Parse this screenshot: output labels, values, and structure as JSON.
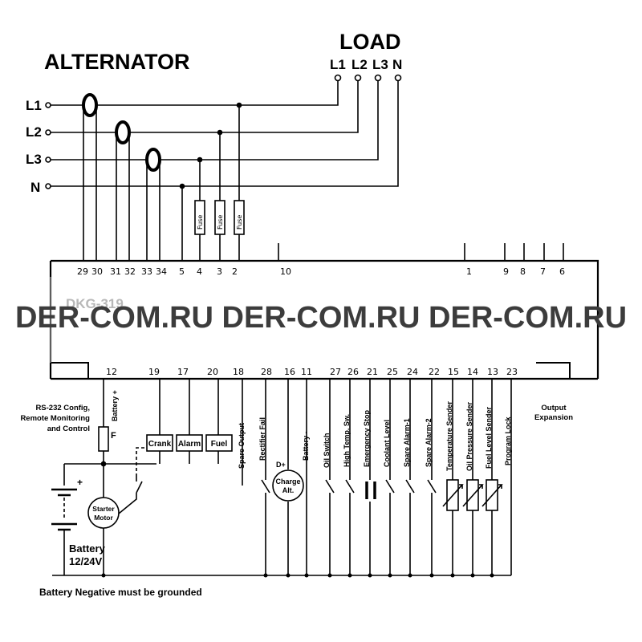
{
  "titles": {
    "alternator": "ALTERNATOR",
    "load": "LOAD"
  },
  "alternator_phases": [
    "L1",
    "L2",
    "L3",
    "N"
  ],
  "load_phases": [
    "L1",
    "L2",
    "L3",
    "N"
  ],
  "fuse_label": "Fuse",
  "top_terminals": [
    "29",
    "30",
    "31",
    "32",
    "33",
    "34",
    "5",
    "4",
    "3",
    "2",
    "10",
    "1",
    "9",
    "8",
    "7",
    "6"
  ],
  "bottom_terminals": [
    "12",
    "19",
    "17",
    "20",
    "18",
    "28",
    "16",
    "11",
    "27",
    "26",
    "21",
    "25",
    "24",
    "22",
    "15",
    "14",
    "13",
    "23"
  ],
  "controller_model": "DKG-319",
  "rs232_label": [
    "RS-232 Config,",
    "Remote Monitoring",
    "and Control"
  ],
  "output_expansion_label": [
    "Output",
    "Expansion"
  ],
  "battery_plus_label": "Battery +",
  "fuse_f_label": "F",
  "relay_boxes": [
    "Crank",
    "Alarm",
    "Fuel"
  ],
  "vertical_labels": [
    "Spare Output",
    "Rectifier Fail",
    "Battery -",
    "Oil Switch",
    "High Temp. Sw.",
    "Emergency Stop",
    "Coolant Level",
    "Spare Alarm-1",
    "Spare Alarm-2",
    "Temperature Sender",
    "Oil Pressure Sender",
    "Fuel Level Sender",
    "Program Lock"
  ],
  "starter_motor_label": [
    "Starter",
    "Motor"
  ],
  "charge_alt_label": [
    "Charge",
    "Alt."
  ],
  "d_plus_label": "D+",
  "battery_label": [
    "Battery",
    "12/24V"
  ],
  "plus_sign": "+",
  "footer_note": "Battery Negative must be grounded",
  "watermark": "DER-COM.RU DER-COM.RU DER-COM.RU"
}
